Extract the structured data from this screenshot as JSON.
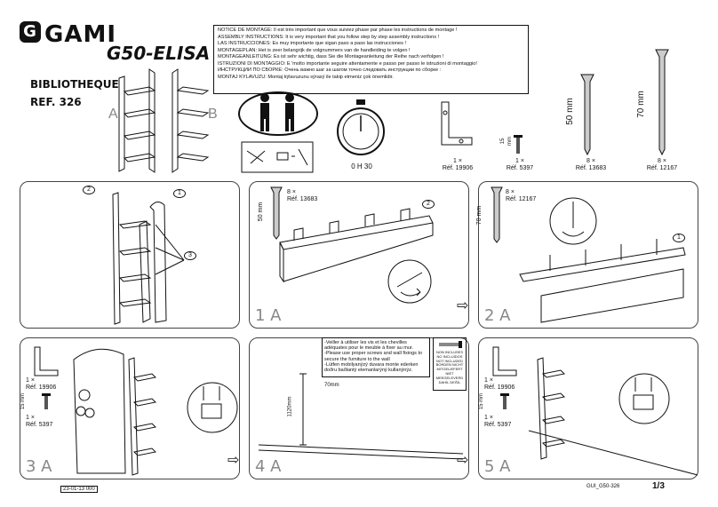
{
  "header": {
    "brand": "GAMI",
    "model": "G50-ELISA",
    "product": "BIBLIOTHEQUE",
    "reference": "REF. 326",
    "variant_a": "A",
    "variant_b": "B"
  },
  "notice_lines": [
    "NOTICE DE MONTAGE: Il est très important que vous suiviez phase par phase les instructions de montage !",
    "ASSEMBLY INSTRUCTIONS: It is very important that you follow step by step assembly instructions !",
    "LAS INSTRUCCIONES: Es muy importante que sigan paso a paso las instrucciones !",
    "MONTAGEPLAN: Het is zeer belangrijk de volgnummers van de handleiding te volgen !",
    "MONTAGEANLEITUNG: Es ist sehr wichtig, dass Sie die Montageanleitung der Reihe nach verfolgen !",
    "ISTRUZIONI DI MONTAGGIO: E 'molto importante seguire attentamente e passo per passo le istruzioni di montaggio!",
    "ИНСТРУКЦИИ ПО СБОРКЕ: Очень важно шаг за шагом точно следовать инструкции по сборке :",
    "MONTAJ KYLAVUZU: Montaj kýlavuzunu sýrasý ile takip etmeniz çok önemlidir."
  ],
  "tools": {
    "time": "0 H 30"
  },
  "hardware": [
    {
      "qty": "1 ×",
      "ref": "Réf. 19906"
    },
    {
      "qty": "1 ×",
      "ref": "Réf. 5397",
      "size": "15 mm"
    },
    {
      "qty": "8 ×",
      "ref": "Réf. 13683",
      "size": "50 mm"
    },
    {
      "qty": "8 ×",
      "ref": "Réf. 12167",
      "size": "70 mm"
    }
  ],
  "steps": {
    "s1": {
      "label": "1 A",
      "qty": "8 ×",
      "ref": "Réf. 13683",
      "size": "50 mm",
      "callout1": "2",
      "callout2": "1",
      "callout3": "3"
    },
    "s2": {
      "label": "2 A",
      "qty": "8 ×",
      "ref": "Réf. 12167",
      "size": "70 mm",
      "callout1": "1"
    },
    "s3": {
      "label": "3 A",
      "qty1": "1 ×",
      "ref1": "Réf. 19906",
      "size": "15 mm",
      "qty2": "1 ×",
      "ref2": "Réf. 5397"
    },
    "s4": {
      "label": "4 A",
      "dim1": "1120mm",
      "dim2": "70mm",
      "warning": [
        "-Veiller à utiliser les vis et les chevilles adéquates pour le meuble à fixer au mur.",
        "-Please use proper screws and wall fixings to secure the furniture to the wall",
        "-Lütfen mobilyanýzý duvara monte ederken doðru baðlantý elemanlarýný kullanýnýz."
      ],
      "not_included": "NON INCLUSES NO INCLUIDOS NOT INCLUDED BORDEN NICHT MITGELIEFERT NIET MEEGELEVERD DAHİL DEĞİL"
    },
    "s5": {
      "label": "5 A",
      "qty1": "1 ×",
      "ref1": "Réf. 19906",
      "size": "15 mm",
      "qty2": "1 ×",
      "ref2": "Réf. 5397"
    }
  },
  "footer": {
    "date_stamp": "23-01-13",
    "stamp_code": "000",
    "doc_ref": "GUI_G50-326",
    "page": "1/3"
  }
}
